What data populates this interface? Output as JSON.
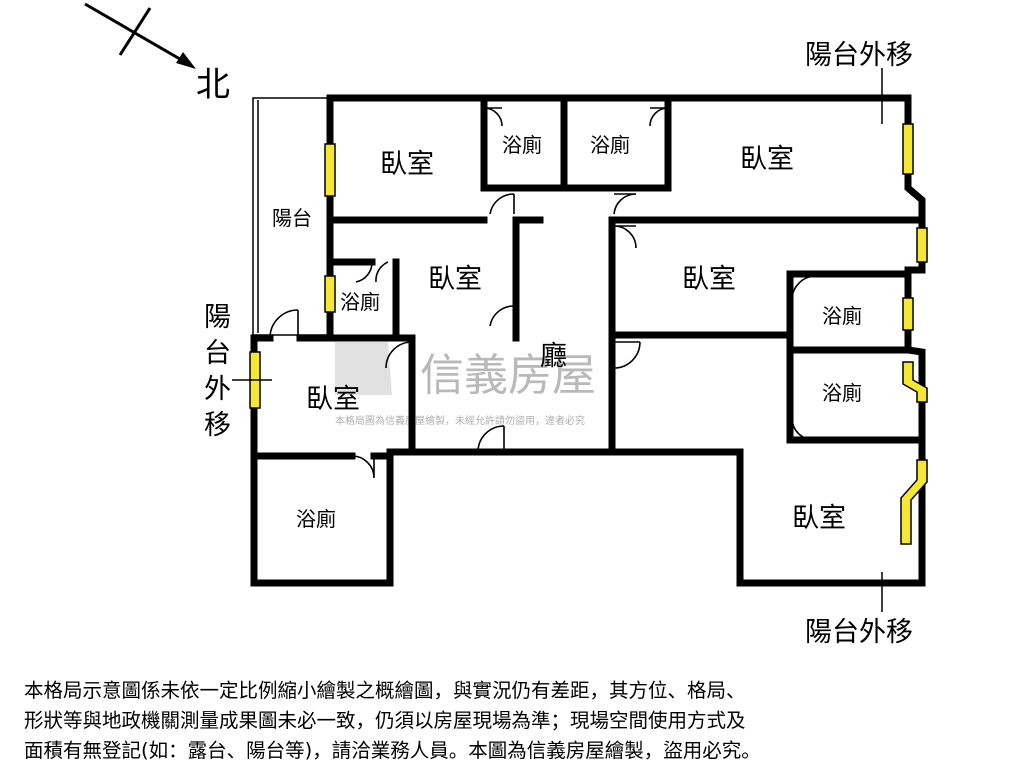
{
  "compass": {
    "label": "北"
  },
  "rooms": {
    "bedroom_top_left": "臥室",
    "bath_top_center_left": "浴廁",
    "bath_top_center_right": "浴廁",
    "bedroom_top_right": "臥室",
    "balcony_left": "陽台",
    "bedroom_mid_left": "臥室",
    "bath_mid_left": "浴廁",
    "bedroom_mid_right": "臥室",
    "bath_right_upper": "浴廁",
    "living_room": "廳",
    "bath_right_lower": "浴廁",
    "bedroom_lower_left": "臥室",
    "bath_bottom_left": "浴廁",
    "bedroom_bottom_right": "臥室"
  },
  "annotations": {
    "balcony_moved_top_right": "陽台外移",
    "balcony_moved_bottom_right": "陽台外移",
    "balcony_moved_left": [
      "陽",
      "台",
      "外",
      "移"
    ]
  },
  "watermark": {
    "brand": "信義房屋",
    "notice": "本格局圖為信義房屋繪製，未經允許請勿盜用，違者必究"
  },
  "disclaimer": {
    "lines": [
      "本格局示意圖係未依一定比例縮小繪製之概繪圖，與實況仍有差距，其方位、格局、",
      "形狀等與地政機關測量成果圖未必一致，仍須以房屋現場為準；現場空間使用方式及",
      "面積有無登記(如：露台、陽台等)，請洽業務人員。本圖為信義房屋繪製，盜用必究。"
    ]
  },
  "colors": {
    "wall": "#000000",
    "window": "#f5e733",
    "watermark": "#b9b9b9"
  }
}
